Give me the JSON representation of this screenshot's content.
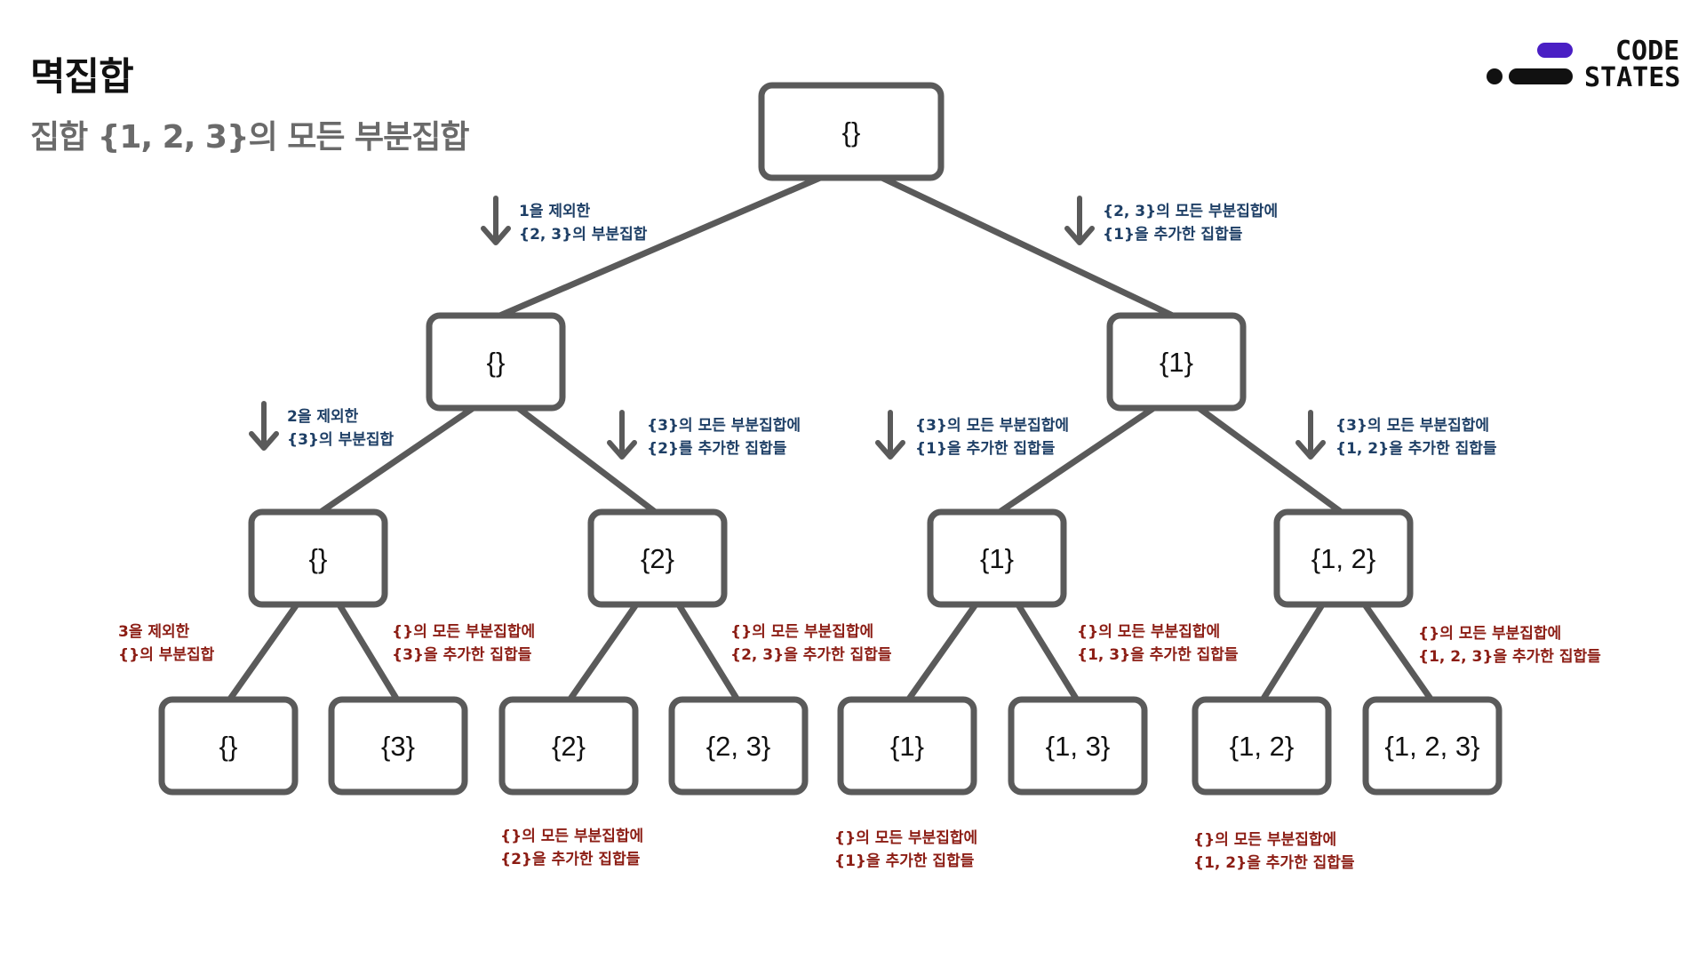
{
  "title": "멱집합",
  "subtitle": "집합 {1, 2, 3}의 모든 부분집합",
  "logo": {
    "line1": "CODE",
    "line2": "STATES",
    "accent_color": "#4a1fc4",
    "dark_color": "#111111"
  },
  "colors": {
    "node_stroke": "#5a5a5a",
    "edge": "#5a5a5a",
    "arrow": "#5a5a5a",
    "annotation_blue": "#1e3f66",
    "annotation_red": "#8c1d14"
  },
  "nodes": [
    {
      "id": "n0",
      "label": "{}"
    },
    {
      "id": "n1",
      "label": "{}"
    },
    {
      "id": "n2",
      "label": "{1}"
    },
    {
      "id": "n3",
      "label": "{}"
    },
    {
      "id": "n4",
      "label": "{2}"
    },
    {
      "id": "n5",
      "label": "{1}"
    },
    {
      "id": "n6",
      "label": "{1, 2}"
    },
    {
      "id": "n7",
      "label": "{}"
    },
    {
      "id": "n8",
      "label": "{3}"
    },
    {
      "id": "n9",
      "label": "{2}"
    },
    {
      "id": "n10",
      "label": "{2, 3}"
    },
    {
      "id": "n11",
      "label": "{1}"
    },
    {
      "id": "n12",
      "label": "{1, 3}"
    },
    {
      "id": "n13",
      "label": "{1, 2}"
    },
    {
      "id": "n14",
      "label": "{1, 2, 3}"
    }
  ],
  "edges": [
    [
      "n0",
      "n1"
    ],
    [
      "n0",
      "n2"
    ],
    [
      "n1",
      "n3"
    ],
    [
      "n1",
      "n4"
    ],
    [
      "n2",
      "n5"
    ],
    [
      "n2",
      "n6"
    ],
    [
      "n3",
      "n7"
    ],
    [
      "n3",
      "n8"
    ],
    [
      "n4",
      "n9"
    ],
    [
      "n4",
      "n10"
    ],
    [
      "n5",
      "n11"
    ],
    [
      "n5",
      "n12"
    ],
    [
      "n6",
      "n13"
    ],
    [
      "n6",
      "n14"
    ]
  ],
  "annotations": [
    {
      "id": "a1",
      "lines": [
        "1을 제외한",
        "{2, 3}의 부분집합"
      ],
      "color": "blue",
      "arrow": true
    },
    {
      "id": "a2",
      "lines": [
        "{2, 3}의 모든 부분집합에",
        "{1}을 추가한 집합들"
      ],
      "color": "blue",
      "arrow": true
    },
    {
      "id": "a3",
      "lines": [
        "2을 제외한",
        "{3}의 부분집합"
      ],
      "color": "blue",
      "arrow": true
    },
    {
      "id": "a4",
      "lines": [
        "{3}의 모든 부분집합에",
        "{2}를 추가한 집합들"
      ],
      "color": "blue",
      "arrow": true
    },
    {
      "id": "a5",
      "lines": [
        "{3}의 모든 부분집합에",
        "{1}을 추가한 집합들"
      ],
      "color": "blue",
      "arrow": true
    },
    {
      "id": "a6",
      "lines": [
        "{3}의 모든 부분집합에",
        "{1, 2}을 추가한 집합들"
      ],
      "color": "blue",
      "arrow": true
    },
    {
      "id": "a7",
      "lines": [
        "3을 제외한",
        "{}의 부분집합"
      ],
      "color": "red",
      "arrow": false
    },
    {
      "id": "a8",
      "lines": [
        "{}의 모든 부분집합에",
        "{3}을 추가한 집합들"
      ],
      "color": "red",
      "arrow": false
    },
    {
      "id": "a9",
      "lines": [
        "{}의 모든 부분집합에",
        "{2, 3}을 추가한 집합들"
      ],
      "color": "red",
      "arrow": false
    },
    {
      "id": "a10",
      "lines": [
        "{}의 모든 부분집합에",
        "{1, 3}을 추가한 집합들"
      ],
      "color": "red",
      "arrow": false
    },
    {
      "id": "a11",
      "lines": [
        "{}의 모든 부분집합에",
        "{1, 2, 3}을 추가한 집합들"
      ],
      "color": "red",
      "arrow": false
    },
    {
      "id": "a12",
      "lines": [
        "{}의 모든 부분집합에",
        "{2}을 추가한 집합들"
      ],
      "color": "red",
      "arrow": false
    },
    {
      "id": "a13",
      "lines": [
        "{}의 모든 부분집합에",
        "{1}을 추가한 집합들"
      ],
      "color": "red",
      "arrow": false
    },
    {
      "id": "a14",
      "lines": [
        "{}의 모든 부분집합에",
        "{1, 2}을 추가한 집합들"
      ],
      "color": "red",
      "arrow": false
    }
  ]
}
